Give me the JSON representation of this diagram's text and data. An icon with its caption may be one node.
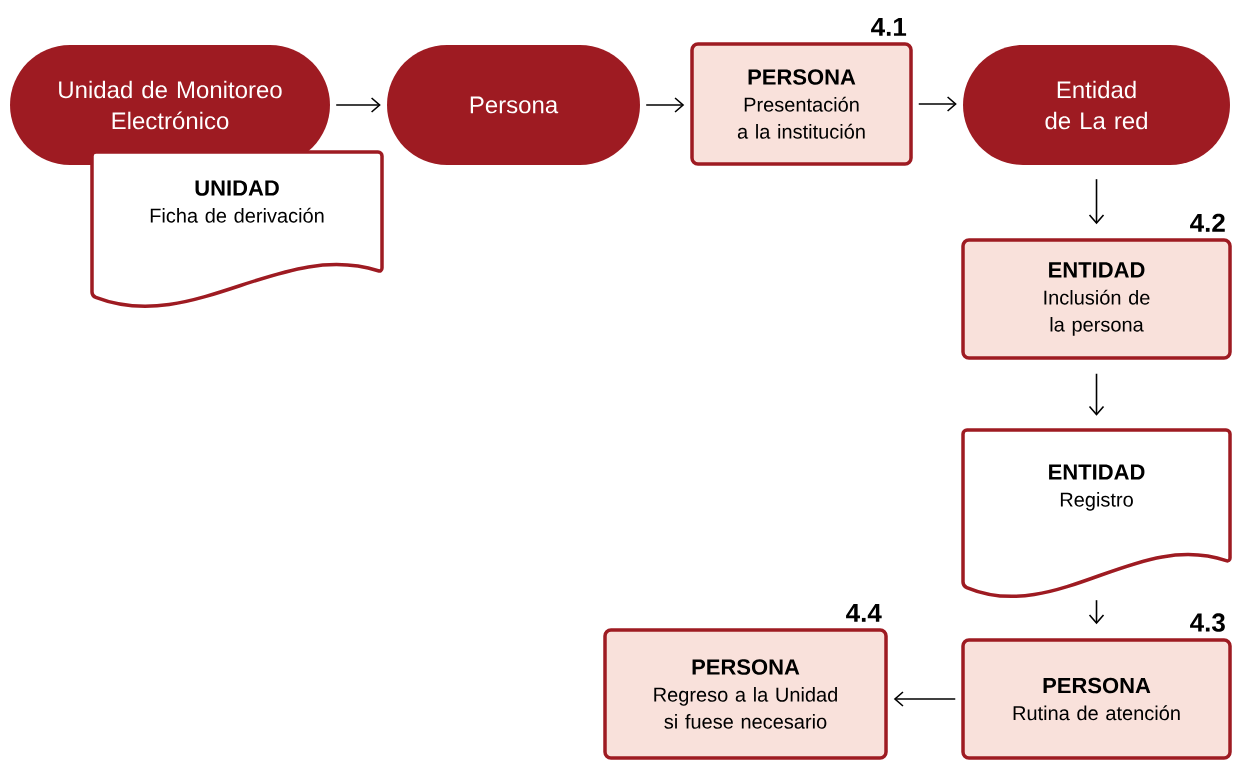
{
  "diagram": {
    "nodes": [
      {
        "text": [
          "Unidad de Monitoreo Electrónico"
        ]
      },
      {
        "text": [
          "UNIDAD",
          "Ficha de derivación"
        ]
      },
      {
        "text": [
          "Persona"
        ]
      },
      {
        "text": [
          "PERSONA",
          "Presentación a la institución"
        ],
        "beside": [
          "4.1"
        ]
      },
      {
        "text": [
          "Entidad de La red"
        ]
      },
      {
        "text": [
          "ENTIDAD",
          "Inclusión de la persona"
        ],
        "beside": [
          "4.2"
        ]
      },
      {
        "text": [
          "ENTIDAD",
          "Registro"
        ]
      },
      {
        "text": [
          "PERSONA",
          "Rutina de atención"
        ],
        "beside": [
          "4.3"
        ]
      },
      {
        "text": [
          "PERSONA",
          "Regreso a la Unidad si fuese necesario"
        ],
        "beside": [
          "4.4"
        ]
      }
    ],
    "edges": [
      {
        "from": 0,
        "to": 2,
        "arrow": "to"
      },
      {
        "from": 2,
        "to": 3,
        "arrow": "to"
      },
      {
        "from": 3,
        "to": 4,
        "arrow": "to"
      },
      {
        "from": 4,
        "to": 5,
        "arrow": "to"
      },
      {
        "from": 5,
        "to": 6,
        "arrow": "to"
      },
      {
        "from": 6,
        "to": 7,
        "arrow": "to"
      },
      {
        "from": 7,
        "to": 8,
        "arrow": "to"
      }
    ]
  }
}
